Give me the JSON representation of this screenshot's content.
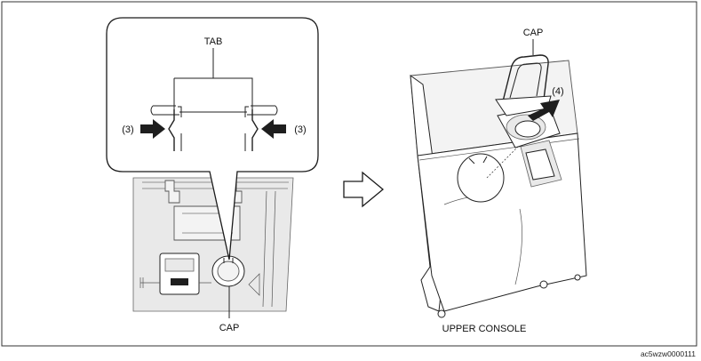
{
  "labels": {
    "tab": "TAB",
    "step3_left": "(3)",
    "step3_right": "(3)",
    "cap_left": "CAP",
    "cap_right": "CAP",
    "step4": "(4)",
    "upper_console": "UPPER CONSOLE",
    "figure_code": "ac5wzw0000111"
  },
  "colors": {
    "line": "#222222",
    "arrow_fill": "#1e1e1e",
    "panel_fill": "#e9e9e9"
  },
  "icons": {
    "transition": "hollow-right-arrow"
  }
}
